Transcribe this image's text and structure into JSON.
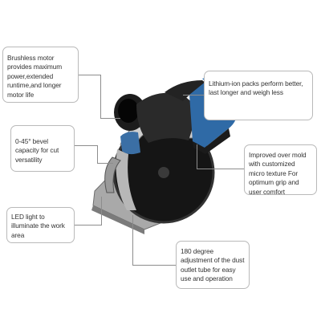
{
  "callouts": {
    "motor": "Brushless motor provides maximum power,extended runtime,and longer motor life",
    "battery": "Lithium-ion packs perform better, last longer and weigh less",
    "bevel": "0-45° bevel capacity for cut versatility",
    "overmold": "Improved over mold with customized micro texture For optimum grip and user comfort",
    "led": "LED light to illuminate the work area",
    "dust": "180 degree adjustment of the dust outlet tube for easy use and operation"
  },
  "colors": {
    "battery_blue": "#2f6aa6",
    "tool_dark": "#262626",
    "blade_black": "#141414",
    "battery_accent": "#e0d51f"
  }
}
